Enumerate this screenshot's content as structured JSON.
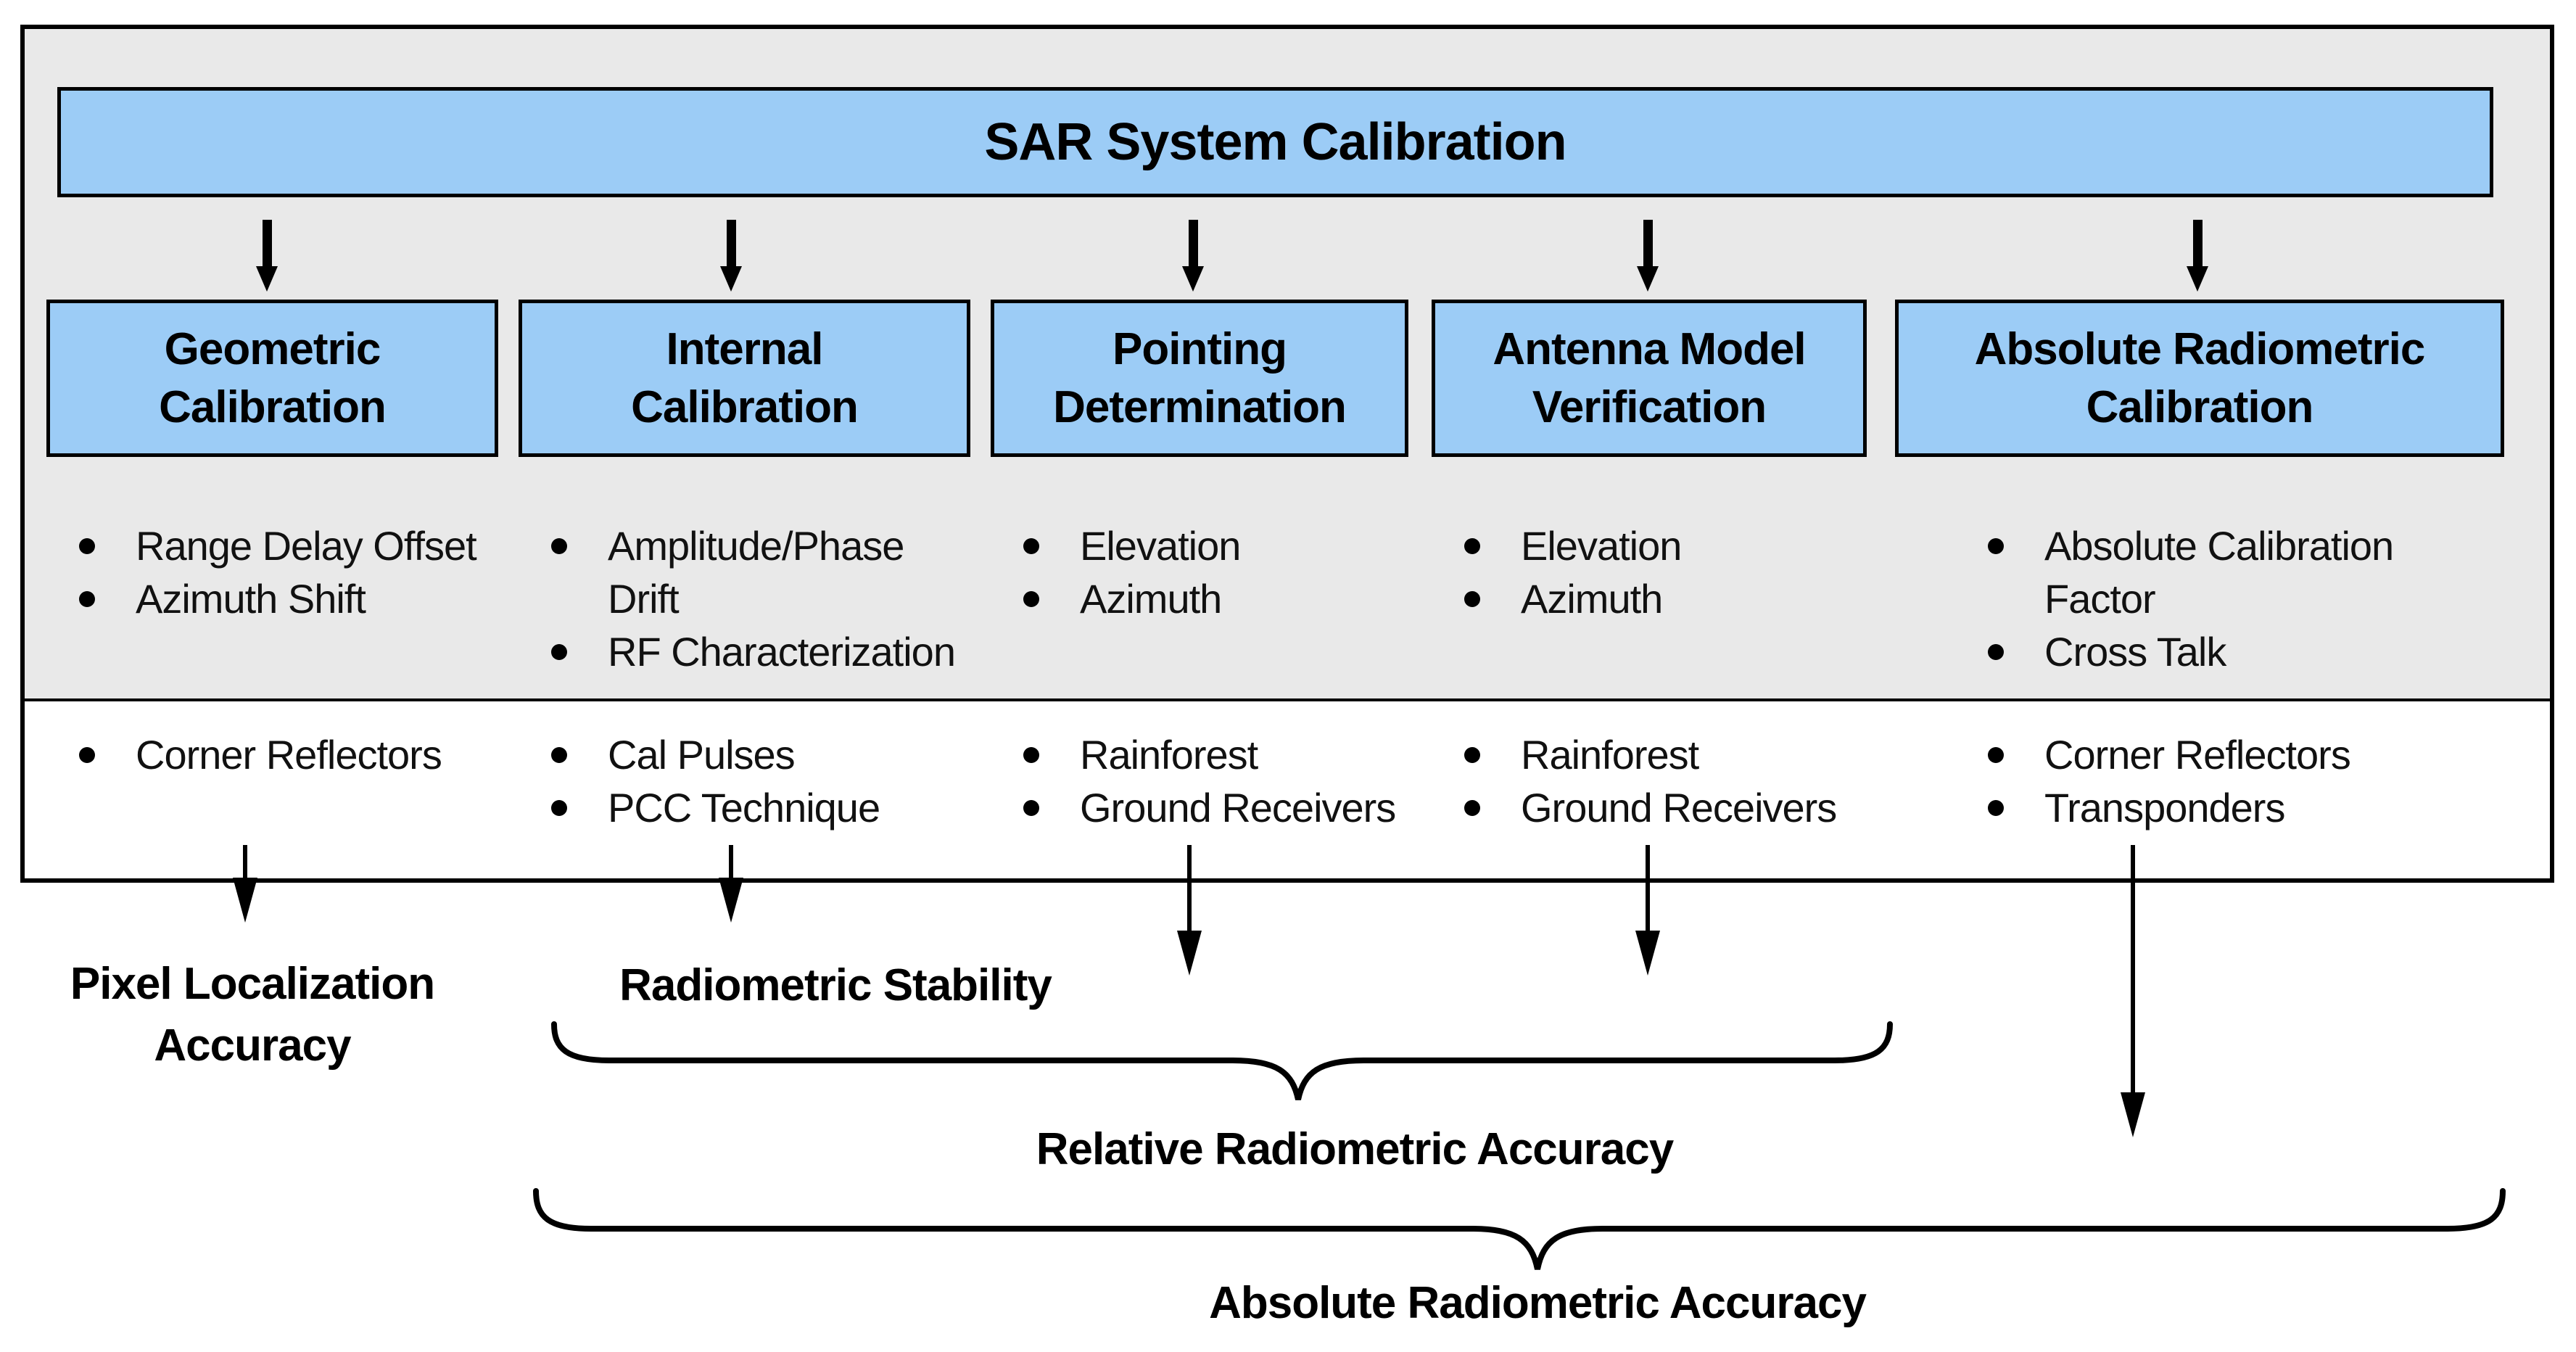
{
  "diagram": {
    "title": "SAR System Calibration",
    "colors": {
      "box_fill": "#9cccf6",
      "panel_fill": "#e9e9e9",
      "line": "#000000"
    },
    "columns": [
      {
        "title_lines": [
          "Geometric",
          "Calibration"
        ],
        "topics": [
          "Range Delay Offset",
          "Azimuth Shift"
        ],
        "methods": [
          "Corner Reflectors"
        ]
      },
      {
        "title_lines": [
          "Internal",
          "Calibration"
        ],
        "topics": [
          "Amplitude/Phase\nDrift",
          "RF Characterization"
        ],
        "methods": [
          "Cal Pulses",
          "PCC Technique"
        ]
      },
      {
        "title_lines": [
          "Pointing",
          "Determination"
        ],
        "topics": [
          "Elevation",
          "Azimuth"
        ],
        "methods": [
          "Rainforest",
          "Ground Receivers"
        ]
      },
      {
        "title_lines": [
          "Antenna Model",
          "Verification"
        ],
        "topics": [
          "Elevation",
          "Azimuth"
        ],
        "methods": [
          "Rainforest",
          "Ground Receivers"
        ]
      },
      {
        "title_lines": [
          "Absolute Radiometric",
          "Calibration"
        ],
        "topics": [
          "Absolute Calibration\nFactor",
          "Cross Talk"
        ],
        "methods": [
          "Corner Reflectors",
          "Transponders"
        ]
      }
    ],
    "outcomes": {
      "pixel_localization": "Pixel Localization\nAccuracy",
      "radiometric_stability": "Radiometric Stability",
      "relative_radiometric_accuracy": "Relative Radiometric Accuracy",
      "absolute_radiometric_accuracy": "Absolute Radiometric Accuracy"
    }
  }
}
